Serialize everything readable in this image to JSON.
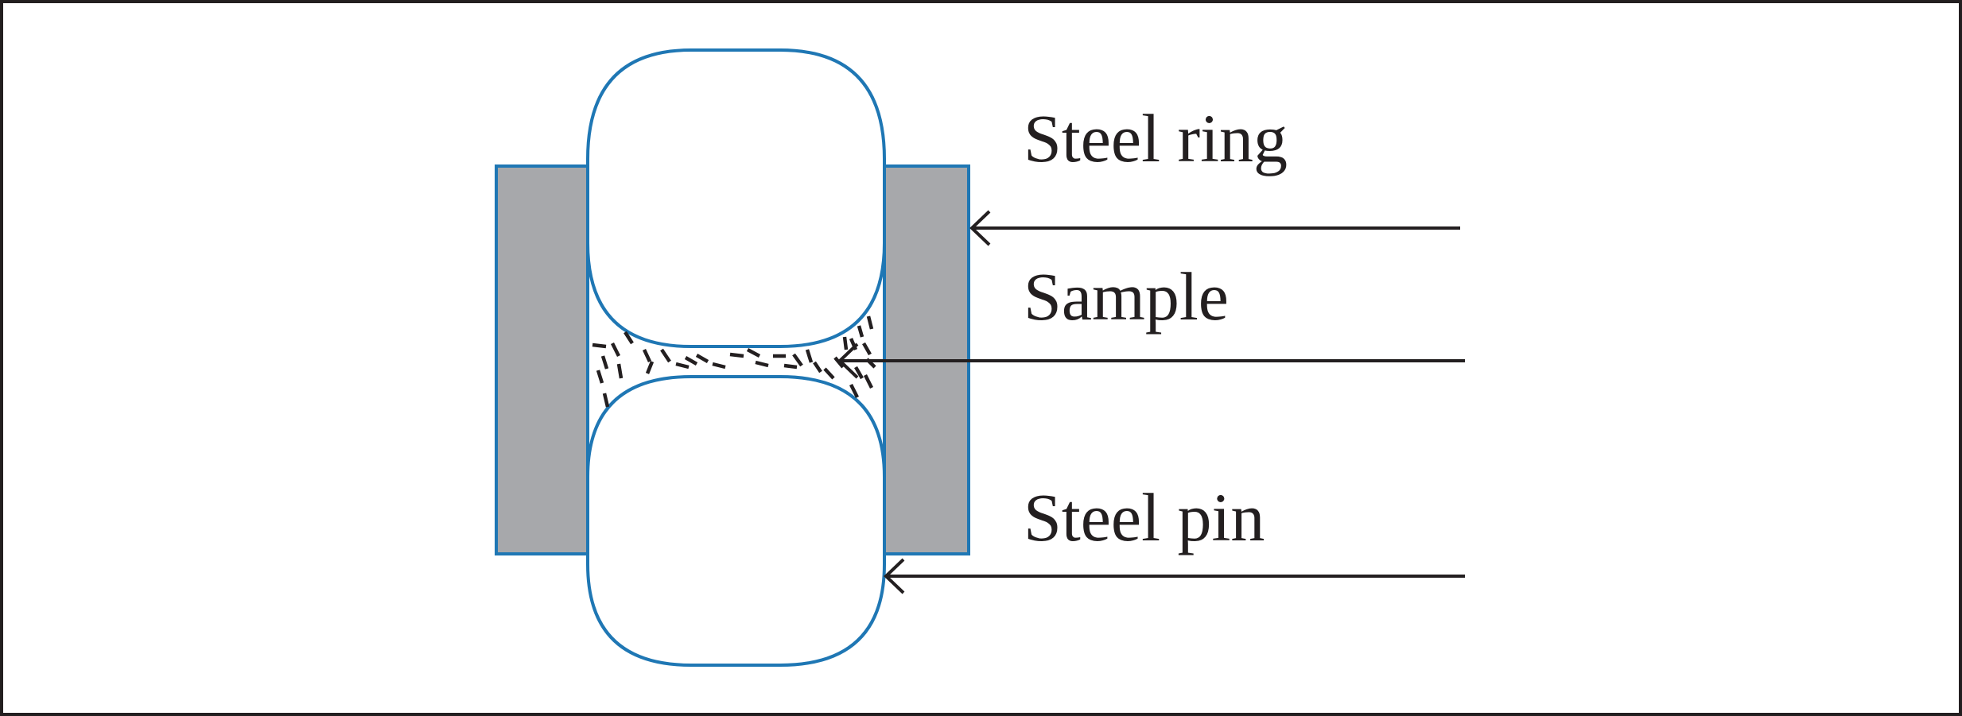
{
  "labels": {
    "steel_ring": "Steel ring",
    "sample": "Sample",
    "steel_pin": "Steel pin"
  },
  "colors": {
    "outline": "#1f77b4",
    "ring_fill": "#a7a8ab",
    "ink": "#231f20",
    "frame": "#231f20",
    "background": "#ffffff"
  }
}
